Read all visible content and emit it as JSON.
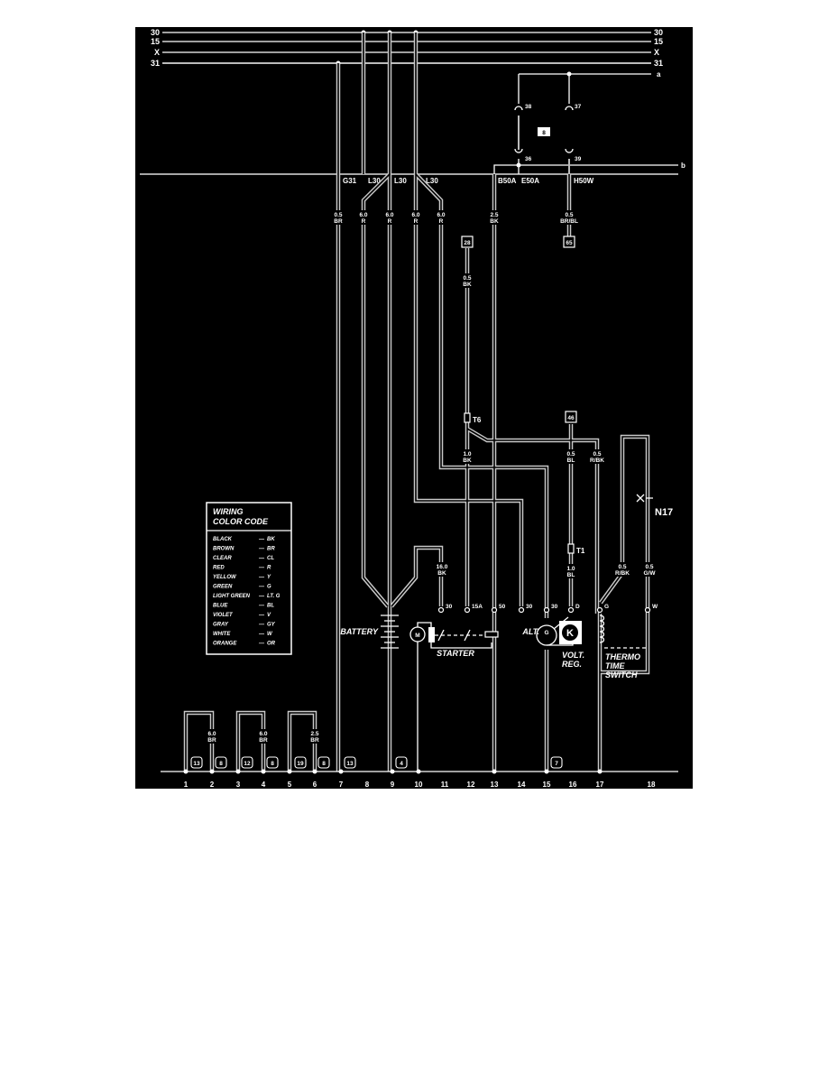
{
  "buses": {
    "b30": "30",
    "b15": "15",
    "bX": "X",
    "b31": "31",
    "a": "a",
    "b": "b"
  },
  "connectors": {
    "c38": "38",
    "c37": "37",
    "c36": "36",
    "c39": "39",
    "box8": "8"
  },
  "terminals_top": {
    "g31": "G31",
    "l30a": "L30",
    "l30b": "L30",
    "l30c": "L30",
    "b50a": "B50A",
    "e50a": "E50A",
    "h50w": "H50W"
  },
  "wire_labels": [
    {
      "size": "0.5",
      "color": "BR"
    },
    {
      "size": "6.0",
      "color": "R"
    },
    {
      "size": "6.0",
      "color": "R"
    },
    {
      "size": "6.0",
      "color": "R"
    },
    {
      "size": "6.0",
      "color": "R"
    },
    {
      "size": "2.5",
      "color": "BK"
    },
    {
      "size": "0.5",
      "color": "BR/BL"
    },
    {
      "size": "0.5",
      "color": "BK"
    },
    {
      "size": "1.0",
      "color": "BK"
    },
    {
      "size": "0.5",
      "color": "BL"
    },
    {
      "size": "0.5",
      "color": "R/BK"
    },
    {
      "size": "16.0",
      "color": "BK"
    },
    {
      "size": "1.0",
      "color": "BL"
    },
    {
      "size": "0.5",
      "color": "R/BK"
    },
    {
      "size": "0.5",
      "color": "G/W"
    },
    {
      "size": "6.0",
      "color": "BR"
    },
    {
      "size": "6.0",
      "color": "BR"
    },
    {
      "size": "2.5",
      "color": "BR"
    }
  ],
  "ref_boxes": {
    "r65": "65",
    "r28": "28",
    "r46": "46"
  },
  "connectors_mid": {
    "t6": "T6",
    "t1": "T1",
    "n17": "N17"
  },
  "component_terminals": [
    "30",
    "15A",
    "50",
    "30",
    "30",
    "D",
    "G",
    "W"
  ],
  "components": {
    "battery": "BATTERY",
    "motor": "M",
    "starter": "STARTER",
    "alt": "ALT.",
    "alt_g": "G",
    "regulator_k": "K",
    "volt_reg": [
      "VOLT.",
      "REG."
    ],
    "thermo": [
      "THERMO",
      "TIME",
      "SWITCH"
    ]
  },
  "ground_refs": [
    "13",
    "8",
    "12",
    "8",
    "19",
    "8",
    "13",
    "4",
    "7"
  ],
  "columns": [
    "1",
    "2",
    "3",
    "4",
    "5",
    "6",
    "7",
    "8",
    "9",
    "10",
    "11",
    "12",
    "13",
    "14",
    "15",
    "16",
    "17",
    "18"
  ],
  "legend": {
    "title": [
      "WIRING",
      "COLOR CODE"
    ],
    "items": [
      {
        "name": "BLACK",
        "code": "BK"
      },
      {
        "name": "BROWN",
        "code": "BR"
      },
      {
        "name": "CLEAR",
        "code": "CL"
      },
      {
        "name": "RED",
        "code": "R"
      },
      {
        "name": "YELLOW",
        "code": "Y"
      },
      {
        "name": "GREEN",
        "code": "G"
      },
      {
        "name": "LIGHT GREEN",
        "code": "LT. G"
      },
      {
        "name": "BLUE",
        "code": "BL"
      },
      {
        "name": "VIOLET",
        "code": "V"
      },
      {
        "name": "GRAY",
        "code": "GY"
      },
      {
        "name": "WHITE",
        "code": "W"
      },
      {
        "name": "ORANGE",
        "code": "OR"
      }
    ]
  }
}
